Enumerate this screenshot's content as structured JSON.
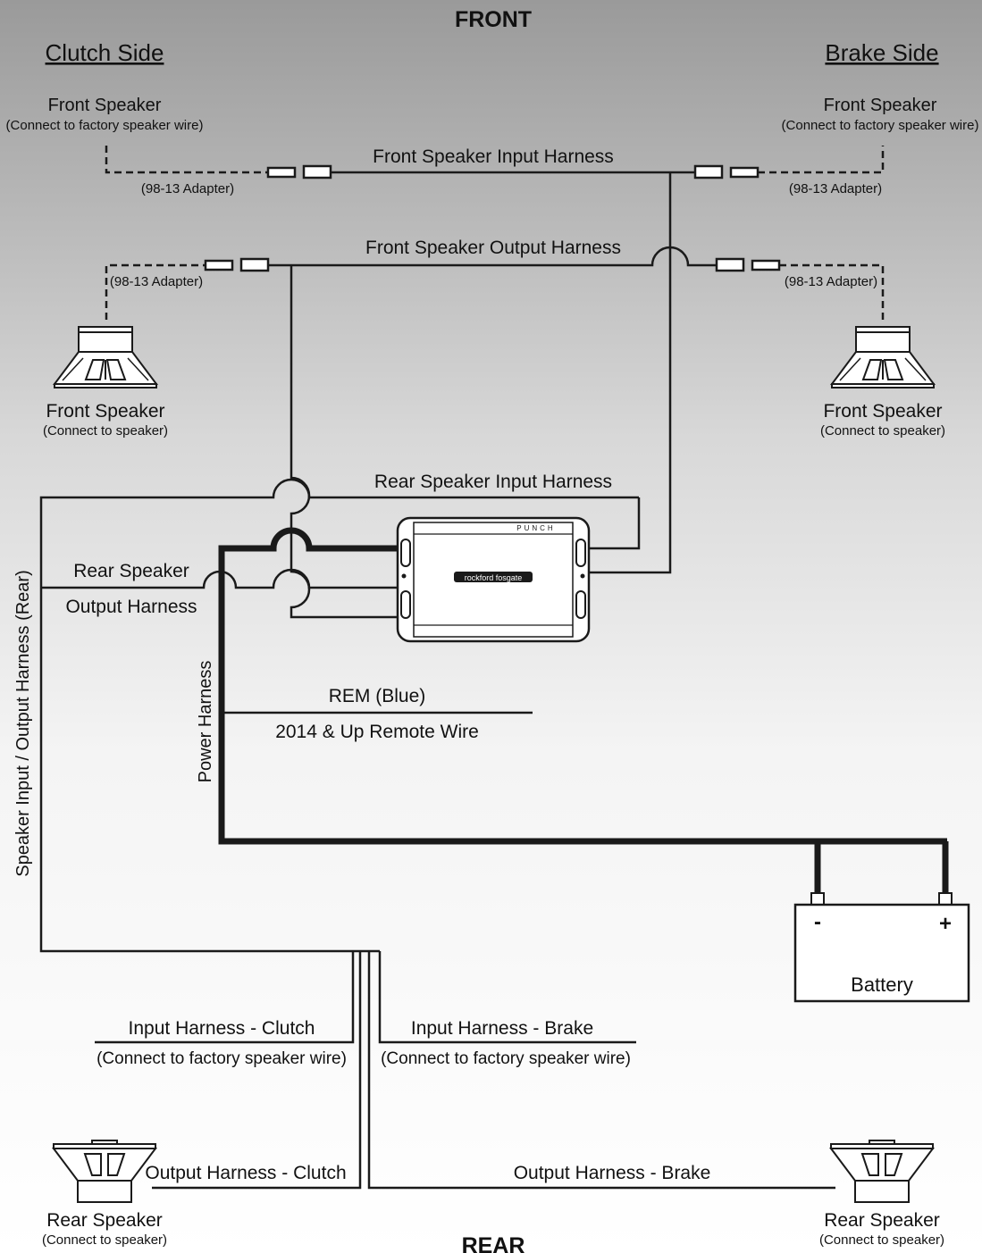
{
  "header": {
    "front": "FRONT",
    "rear": "REAR"
  },
  "sides": {
    "left": "Clutch Side",
    "right": "Brake Side"
  },
  "front": {
    "input_left_title": "Front Speaker",
    "input_left_sub": "(Connect to factory speaker wire)",
    "input_right_title": "Front Speaker",
    "input_right_sub": "(Connect to factory speaker wire)",
    "input_harness": "Front Speaker Input Harness",
    "output_harness": "Front Speaker Output Harness",
    "adapter": "(98-13 Adapter)",
    "speaker_left_title": "Front Speaker",
    "speaker_left_sub": "(Connect to speaker)",
    "speaker_right_title": "Front Speaker",
    "speaker_right_sub": "(Connect to speaker)"
  },
  "rear": {
    "input_harness": "Rear Speaker Input Harness",
    "output_harness_line1": "Rear Speaker",
    "output_harness_line2": "Output Harness",
    "vertical_harness": "Speaker Input / Output Harness (Rear)",
    "input_clutch": "Input Harness - Clutch",
    "input_clutch_sub": "(Connect to factory speaker wire)",
    "input_brake": "Input Harness - Brake",
    "input_brake_sub": "(Connect to factory speaker wire)",
    "output_clutch": "Output Harness - Clutch",
    "output_brake": "Output Harness - Brake",
    "speaker_left_title": "Rear Speaker",
    "speaker_left_sub": "(Connect to speaker)",
    "speaker_right_title": "Rear Speaker",
    "speaker_right_sub": "(Connect to speaker)"
  },
  "power": {
    "harness": "Power Harness",
    "rem": "REM (Blue)",
    "remote": "2014 & Up Remote Wire",
    "battery": "Battery",
    "negative": "-",
    "positive": "+"
  },
  "amplifier": {
    "logo": "rockford fosgate",
    "model": "PUNCH"
  },
  "colors": {
    "wire": "#1a1a1a",
    "background_top": "#9a9a9a",
    "background_bottom": "#ffffff"
  }
}
